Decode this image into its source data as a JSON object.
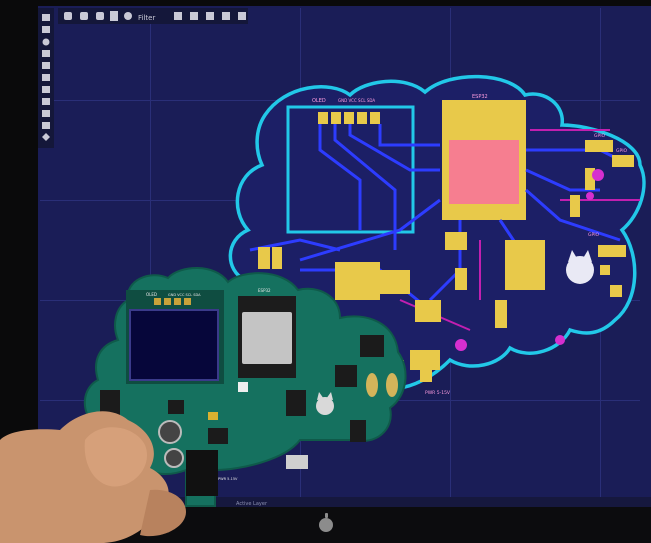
{
  "scene": {
    "description_tag": "photo-hand-holding-pcb-in-front-of-monitor",
    "monitor_logo_icon": "apple-logo-icon"
  },
  "pcb_editor": {
    "toolbar": {
      "zoom_label": "Filter",
      "tool_icons": [
        "undo-icon",
        "redo-icon",
        "delete-icon",
        "gear-icon",
        "zoom-icon",
        "grid-icon",
        "layer-icon",
        "route-icon",
        "via-icon",
        "arrow-icon",
        "measure-icon"
      ]
    },
    "left_tool_icons": [
      "select-icon",
      "wire-icon",
      "circle-icon",
      "rect-icon",
      "text-icon",
      "polygon-icon",
      "via-icon",
      "pad-icon",
      "measure-icon",
      "ruler-icon",
      "eraser-icon",
      "diamond-icon"
    ],
    "silk_labels": {
      "oled": "OLED",
      "header": "GND VCC SCL SDA",
      "esp32": "ESP32",
      "gpio1": "GPIO",
      "gpio2": "GPIO",
      "gpio3": "GPIO",
      "pwr": "PWR 5-15V"
    },
    "status_bar": "Active Layer"
  },
  "board": {
    "silk_labels": {
      "oled": "OLED",
      "header": "GND VCC SCL SDA",
      "esp32": "ESP32",
      "pwr": "PWR 5-15V"
    }
  },
  "colors": {
    "canvas": "#1a1d57",
    "outline": "#22c8e8",
    "copper_top": "#2d3cff",
    "pad": "#e8c94a",
    "silk": "#ff3fb0",
    "pcb": "#15715f"
  }
}
